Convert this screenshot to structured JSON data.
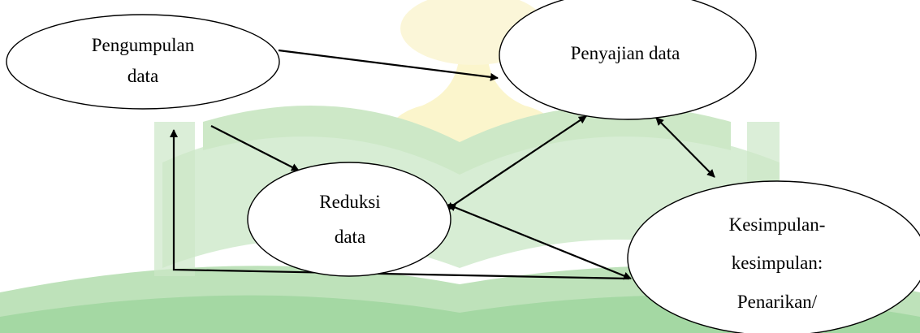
{
  "colors": {
    "watermark_green": "#c8e6c2",
    "watermark_yellow": "#fbf4c7",
    "watermark_green_dark": "#9bd49a",
    "stroke": "#000000"
  },
  "watermark": {
    "icon": "university-logo-watermark"
  },
  "nodes": {
    "pengumpulan": {
      "line1": "Pengumpulan",
      "line2": "data"
    },
    "penyajian": {
      "line1": "Penyajian data"
    },
    "reduksi": {
      "line1": "Reduksi",
      "line2": "data"
    },
    "kesimpulan": {
      "line1": "Kesimpulan-",
      "line2": "kesimpulan:",
      "line3": "Penarikan/"
    }
  }
}
